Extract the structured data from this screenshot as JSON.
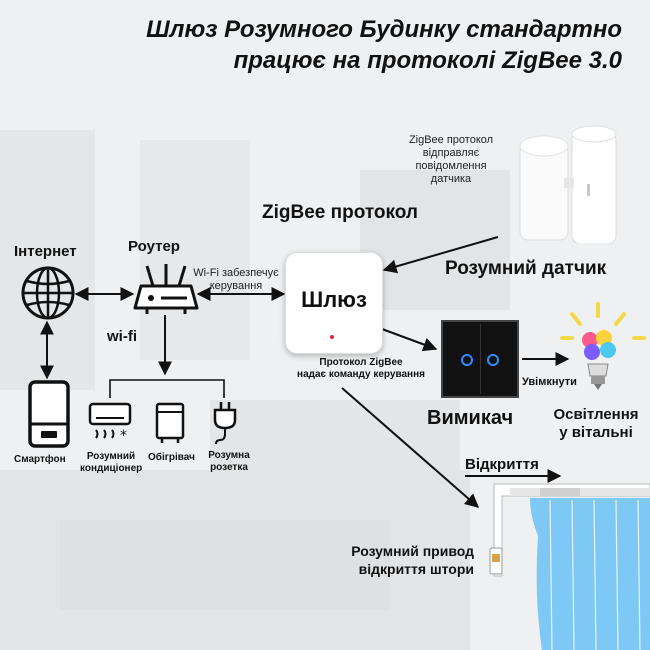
{
  "title": {
    "line1": "Шлюз Розумного Будинку стандартно",
    "line2": "працює на протоколі ZigBee 3.0"
  },
  "sensor_note": {
    "l1": "ZigBee протокол",
    "l2": "відправляє",
    "l3": "повідомлення",
    "l4": "датчика"
  },
  "labels": {
    "zigbee_protocol": "ZigBee протокол",
    "smart_sensor": "Розумний датчик",
    "internet": "Інтернет",
    "router": "Роутер",
    "wifi_note_1": "Wi-Fi забезпечує",
    "wifi_note_2": "керування",
    "wifi": "wi-fi",
    "hub": "Шлюз",
    "command_1": "Протокол ZigBee",
    "command_2": "надає команду керування",
    "switch": "Вимикач",
    "turn_on": "Увімкнути",
    "lighting_1": "Освітлення",
    "lighting_2": "у вітальні",
    "smartphone": "Смартфон",
    "ac_1": "Розумний",
    "ac_2": "кондиціонер",
    "heater": "Обігрівач",
    "socket_1": "Розумна",
    "socket_2": "розетка",
    "opening": "Відкриття",
    "curtain_1": "Розумний привод",
    "curtain_2": "відкриття штори"
  },
  "icons": {
    "globe": "globe-icon",
    "router": "router-icon",
    "phone": "smartphone-icon",
    "ac": "air-conditioner-icon",
    "heater": "heater-icon",
    "plug": "plug-icon",
    "bulb": "light-bulb-icon",
    "sensor": "door-sensor-icon",
    "curtain": "curtain-motor-icon"
  },
  "colors": {
    "curtain": "#7ec8f5",
    "switch_ring": "#2d8bff",
    "ray": "#f2d94a"
  }
}
